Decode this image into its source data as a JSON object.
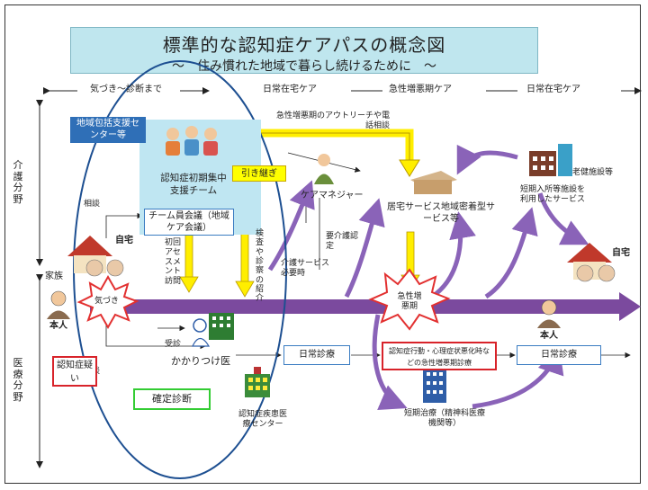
{
  "title": {
    "main": "標準的な認知症ケアパスの概念図",
    "sub": "～　住み慣れた地域で暮らし続けるために　～"
  },
  "phases": {
    "awareness": "気づき～診断まで",
    "daily1": "日常在宅ケア",
    "acute": "急性増悪期ケア",
    "daily2": "日常在宅ケア"
  },
  "axes": {
    "care": "介護分野",
    "medical": "医療分野"
  },
  "nodes": {
    "center_label": "地域包括支援センター等",
    "team_label": "認知症初期集中支援チーム",
    "handover": "引き継ぎ",
    "care_manager": "ケアマネジャー",
    "team_meeting": "チーム員会議（地域ケア会議）",
    "home1": "自宅",
    "family": "家族",
    "person1": "本人",
    "kizuki": "気づき",
    "suspect": "認知症疑い",
    "gp": "かかりつけ医",
    "diagnosis": "確定診断",
    "medical_center": "認知症疾患医療センター",
    "daily_medical1": "日常診療",
    "home_service": "居宅サービス地域密着型サービス等",
    "acute_burst": "急性増悪期",
    "acute_treatment": "認知症行動・心理症状悪化時などの急性増悪期診療",
    "daily_medical2": "日常診療",
    "short_term_treatment": "短期治療（精神科医療機関等）",
    "elderly_facility": "老健施設等",
    "short_stay": "短期入所等施設を利用したサービス",
    "home2": "自宅",
    "person2": "本人"
  },
  "edges": {
    "consult1": "相談",
    "consult2": "相談",
    "visit": "受診",
    "initial_assessment": "初回アセスメント訪問",
    "exam_intro": "検査や診察の紹介",
    "outreach": "急性増悪期のアウトリーチや電話相談",
    "care_cert": "要介護認定",
    "service_need": "介護サービス必要時"
  },
  "colors": {
    "timeline": "#7b4a9e",
    "purple_arrow": "#8a63b8",
    "yellow": "#ffee00",
    "blue": "#2f6fb7",
    "red": "#d8232a",
    "green": "#33cc33",
    "ellipse": "#1d4f91"
  },
  "icons": {
    "team_people": "group-people-icon",
    "care_manager": "person-icon",
    "house": "house-icon",
    "hospital": "hospital-icon",
    "doctor": "doctor-icon",
    "facility": "building-icon"
  }
}
